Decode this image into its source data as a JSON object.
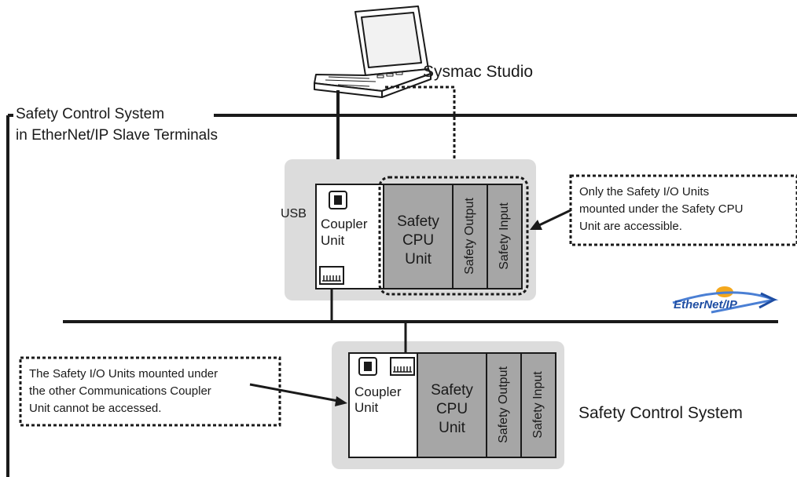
{
  "system_label": {
    "line1": "Safety Control System",
    "line2": "in EtherNet/IP Slave Terminals"
  },
  "pc_label": "Sysmac Studio",
  "usb_label": "USB",
  "terminal_top": {
    "coupler": {
      "line1": "Coupler",
      "line2": "Unit"
    },
    "cpu": {
      "line1": "Safety",
      "line2": "CPU",
      "line3": "Unit"
    },
    "output": "Safety Output",
    "input": "Safety Input"
  },
  "terminal_bottom": {
    "coupler": {
      "line1": "Coupler",
      "line2": "Unit"
    },
    "cpu": {
      "line1": "Safety",
      "line2": "CPU",
      "line3": "Unit"
    },
    "output": "Safety Output",
    "input": "Safety Input"
  },
  "note_accessible": {
    "line1": "Only the Safety I/O Units",
    "line2": "mounted under the Safety CPU",
    "line3": "Unit are accessible."
  },
  "note_not_accessible": {
    "line1": "The Safety I/O Units mounted under",
    "line2": "the other Communications Coupler",
    "line3": "Unit cannot be accessed."
  },
  "bottom_system_label": "Safety Control System",
  "ethernet_logo": "EtherNet/IP",
  "colors": {
    "unit_gray": "#a6a6a6",
    "panel_gray": "#dcdcdc",
    "line": "#1a1a1a",
    "logo_blue": "#1f4ea3",
    "logo_orange": "#f4a81d"
  }
}
